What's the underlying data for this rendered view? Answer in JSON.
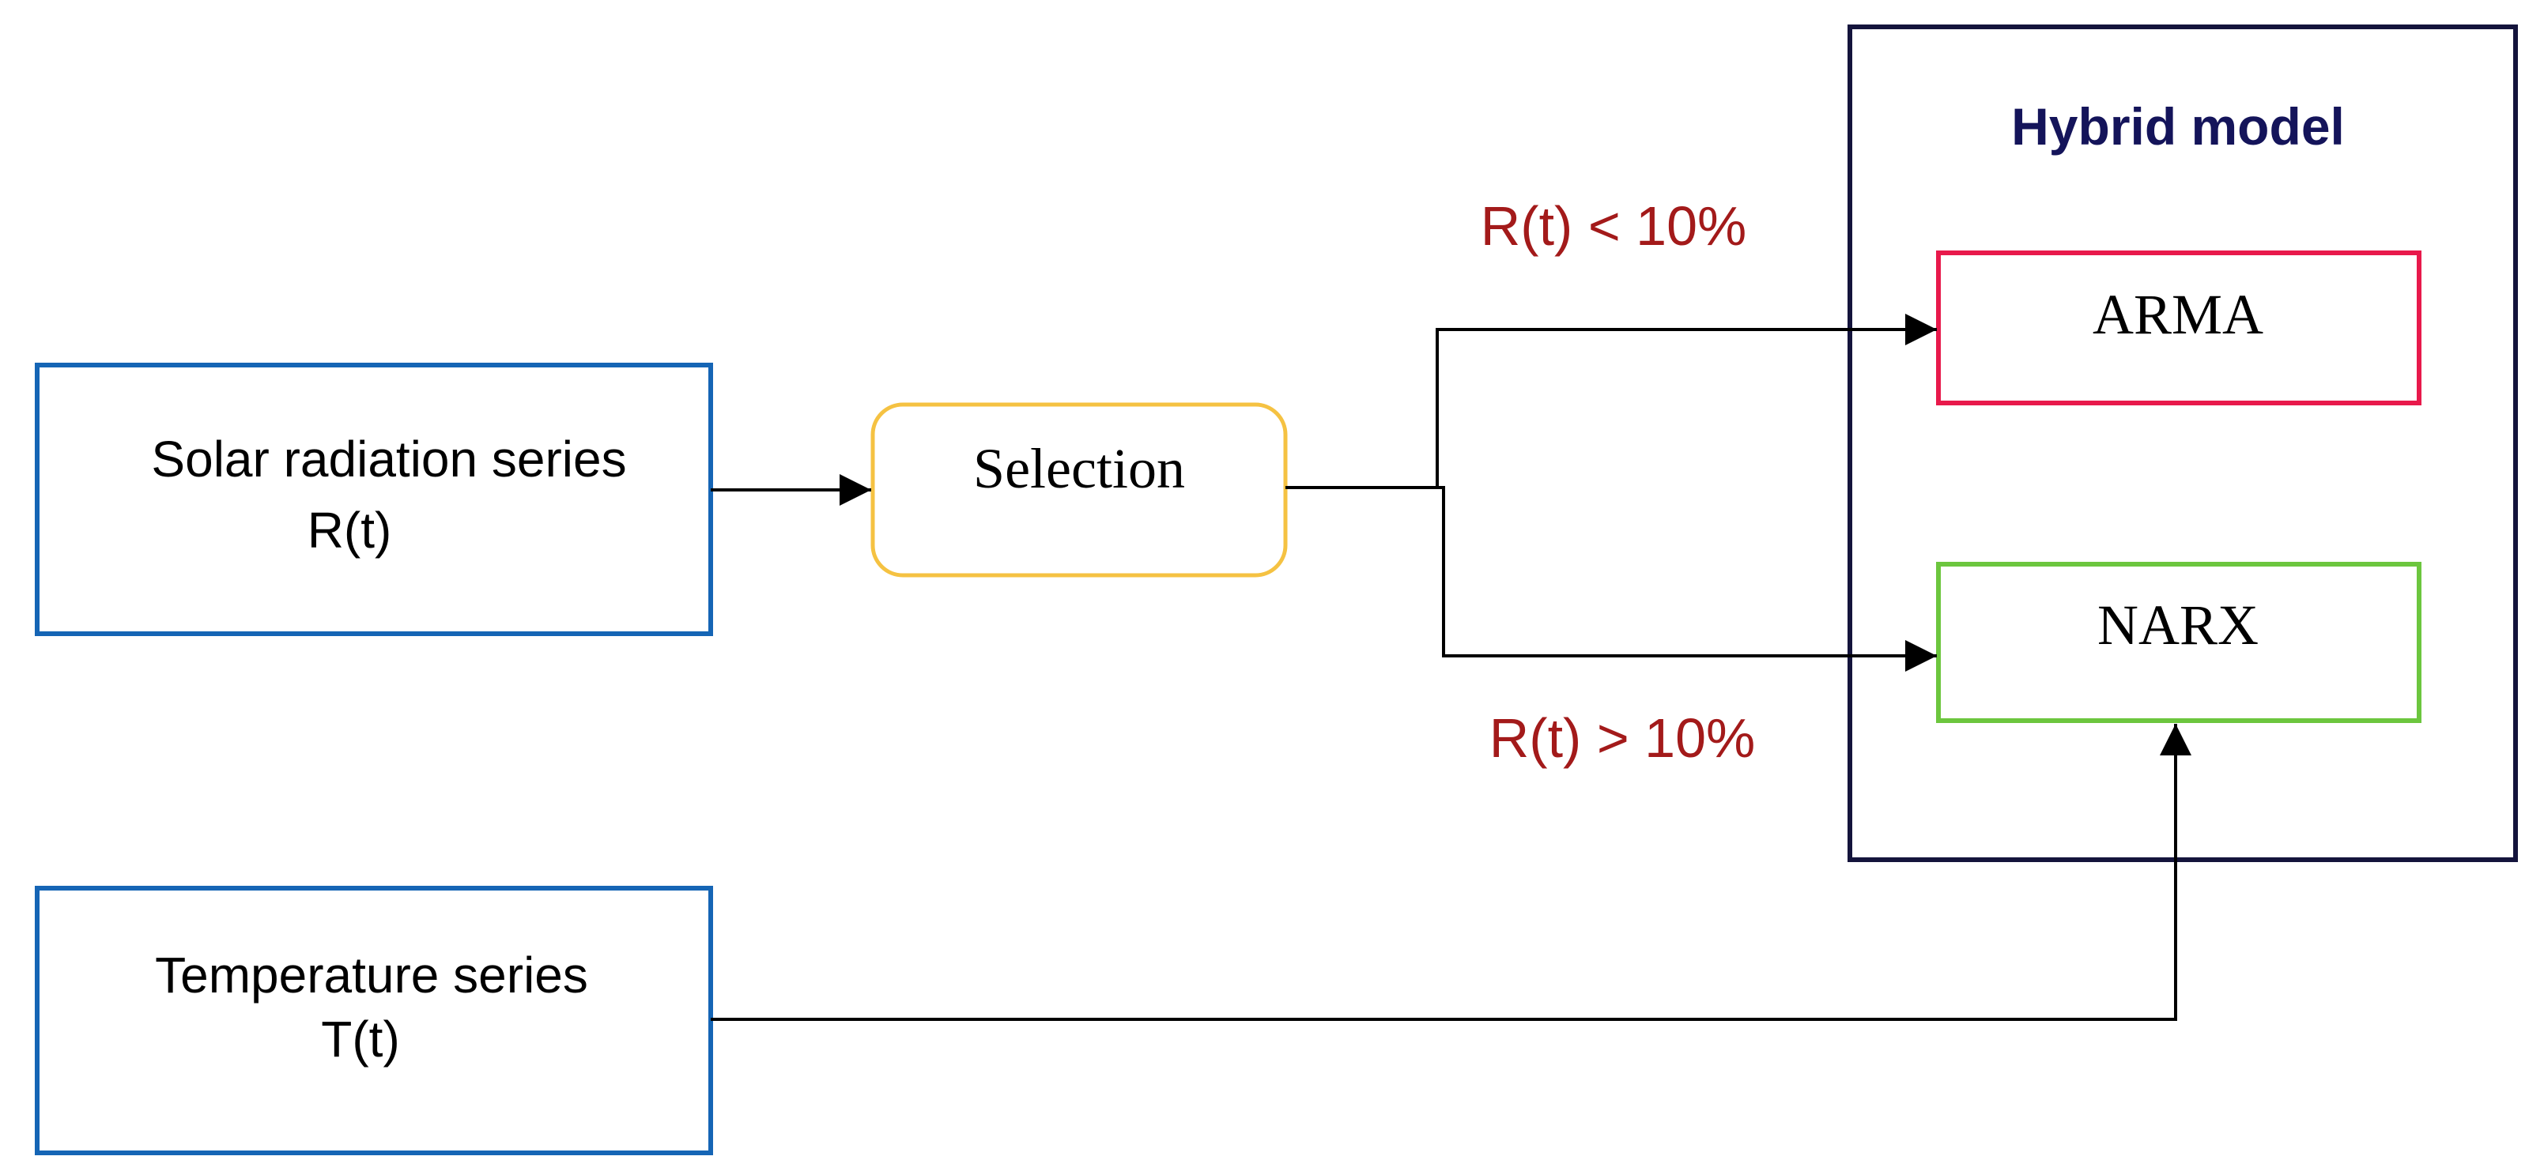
{
  "diagram": {
    "solar_box": {
      "line1": "Solar radiation series",
      "line2": "R(t)"
    },
    "temperature_box": {
      "line1": "Temperature series",
      "line2": "T(t)"
    },
    "selection_box": {
      "label": "Selection"
    },
    "hybrid_container": {
      "title": "Hybrid model"
    },
    "arma_box": {
      "label": "ARMA"
    },
    "narx_box": {
      "label": "NARX"
    },
    "conditions": {
      "upper": "R(t) < 10%",
      "lower": "R(t) > 10%"
    }
  },
  "colors": {
    "input_border": "#1565b5",
    "selection_border": "#f5c242",
    "hybrid_border": "#14143c",
    "hybrid_title": "#14145a",
    "arma_border": "#e8194b",
    "narx_border": "#6cc63e",
    "condition_text": "#a31a1a",
    "arrow": "#000000",
    "text": "#000000"
  }
}
